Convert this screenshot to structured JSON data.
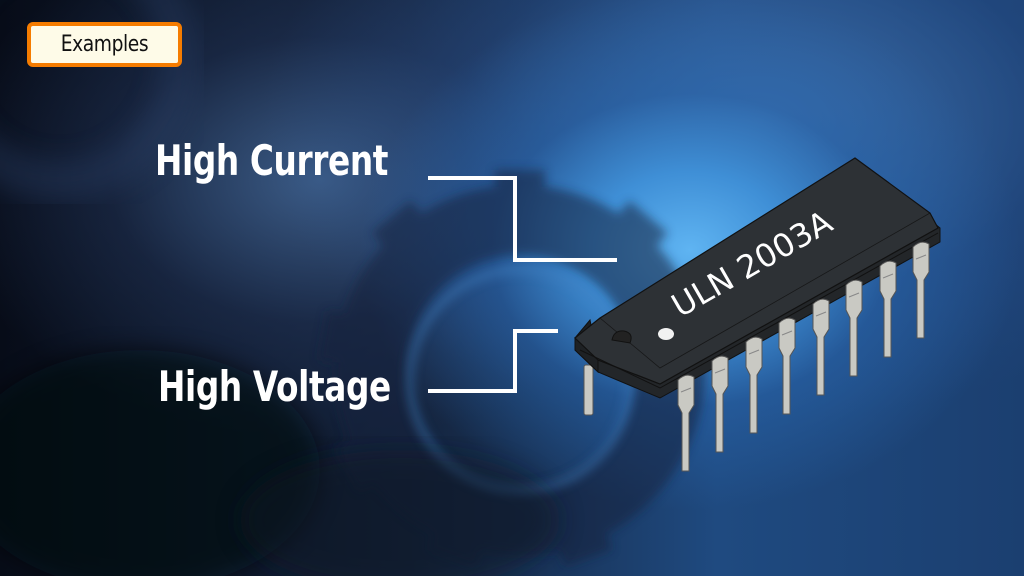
{
  "badge": {
    "label": "Examples",
    "border_color": "#f57c00",
    "fill_color": "#fefbe8"
  },
  "labels": [
    {
      "text": "High Current"
    },
    {
      "text": "High Voltage"
    }
  ],
  "chip": {
    "marking": "ULN 2003A",
    "package": "DIP-16",
    "pin_count": 16,
    "body_color": "#2b2f33",
    "pin_color": "#c9c9c3"
  },
  "background": {
    "theme": "blurred blue gears",
    "accent": "#5fb4f2"
  }
}
